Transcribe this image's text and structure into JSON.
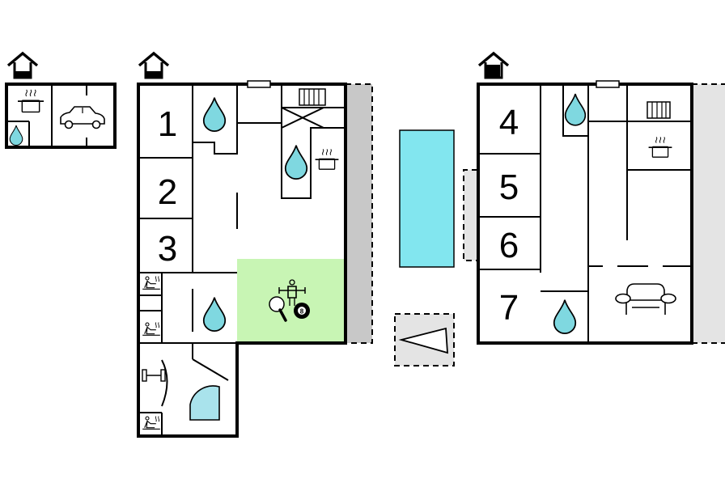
{
  "colors": {
    "background": "#ffffff",
    "wall": "#000000",
    "water": "#7fd8e0",
    "pool": "#82e6ef",
    "game_room": "#c8f5b4",
    "terrace": "#c8c8c8",
    "terrace_light": "#e4e4e4",
    "shower": "#a9e3ec"
  },
  "floors": [
    {
      "name": "outbuilding",
      "icon": "house-level-icon"
    },
    {
      "name": "ground-floor",
      "icon": "house-level-icon"
    },
    {
      "name": "upper-floor",
      "icon": "house-level-icon"
    }
  ],
  "rooms": {
    "bedroom_1": "1",
    "bedroom_2": "2",
    "bedroom_3": "3",
    "bedroom_4": "4",
    "bedroom_5": "5",
    "bedroom_6": "6",
    "bedroom_7": "7"
  },
  "icons": {
    "kitchen": "cooking-pot-icon",
    "bathroom": "water-drop-icon",
    "garage": "car-icon",
    "sauna": "sauna-icon",
    "fitness": "dumbbell-icon",
    "shower": "shower-icon",
    "games": "table-football-icon",
    "ping_pong": "ping-pong-icon",
    "billiards": "billiard-ball-icon",
    "heater": "radiator-icon",
    "living": "sofa-icon",
    "north": "compass-arrow-icon"
  },
  "billiard_ball_label": "8"
}
